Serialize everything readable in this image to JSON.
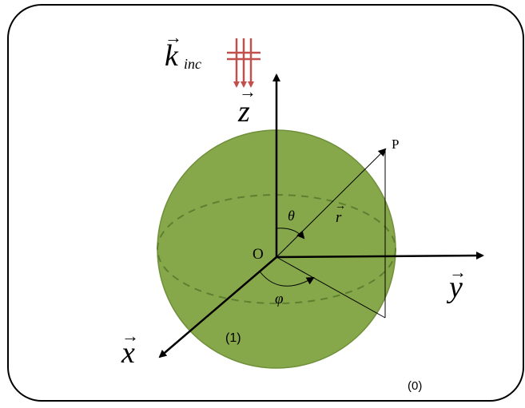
{
  "labels": {
    "k_vector": "k",
    "k_subscript": "inc",
    "z_axis": "z",
    "y_axis": "y",
    "x_axis": "x",
    "point": "P",
    "origin": "O",
    "radius": "r",
    "theta": "θ",
    "phi": "φ",
    "region_inside": "(1)",
    "region_outside": "(0)",
    "vector_arrow": "→"
  },
  "colors": {
    "sphere_fill": "#86a84a",
    "sphere_stroke": "#6f8f3a",
    "incident_wave": "#c0504d",
    "line": "#000000",
    "dashed_equator": "#5f7f30"
  }
}
